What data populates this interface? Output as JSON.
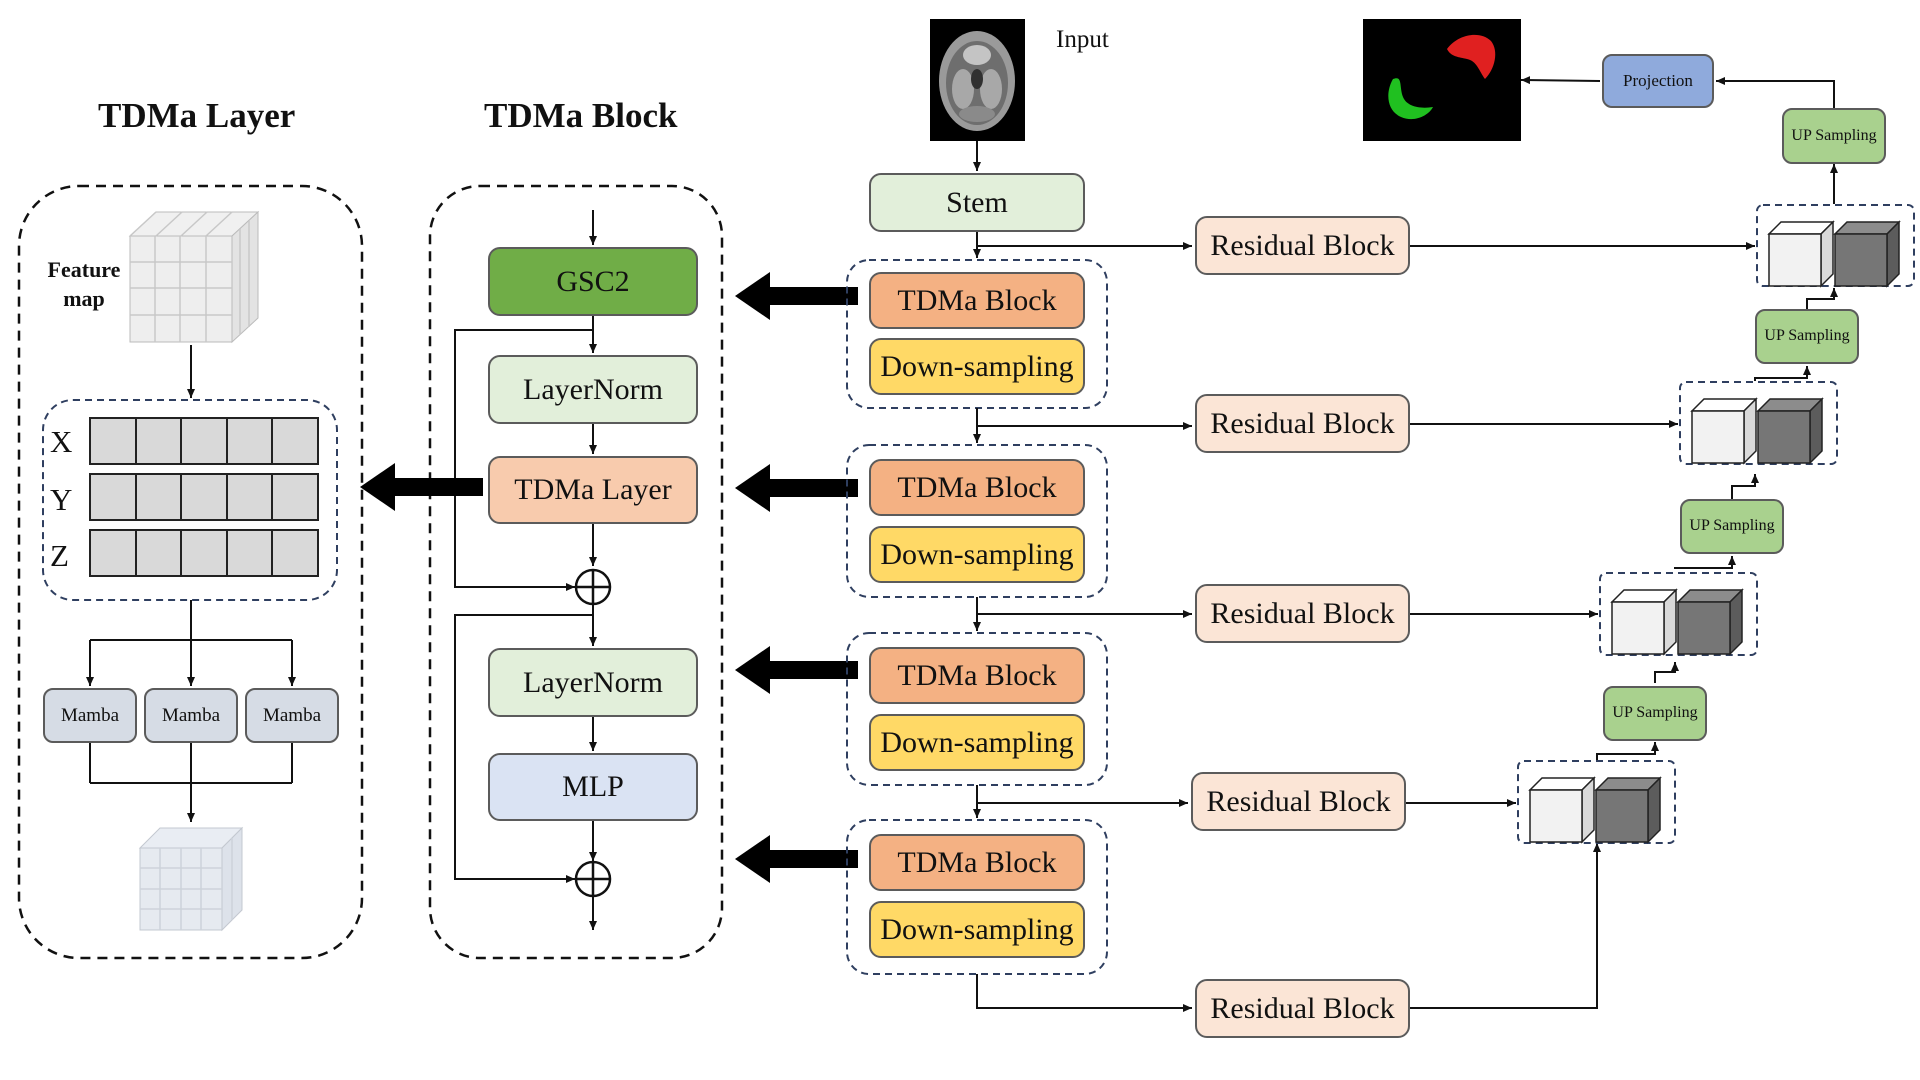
{
  "titles": {
    "layer": "TDMa Layer",
    "block": "TDMa Block"
  },
  "layer_panel": {
    "feature_map": "Feature map",
    "axes": [
      "X",
      "Y",
      "Z"
    ],
    "mamba": [
      "Mamba",
      "Mamba",
      "Mamba"
    ]
  },
  "block_panel": {
    "gsc": "GSC2",
    "layernorm1": "LayerNorm",
    "tdma_layer": "TDMa Layer",
    "layernorm2": "LayerNorm",
    "mlp": "MLP"
  },
  "network": {
    "input_label": "Input",
    "stem": "Stem",
    "stages": [
      {
        "tdma": "TDMa Block",
        "down": "Down-sampling"
      },
      {
        "tdma": "TDMa Block",
        "down": "Down-sampling"
      },
      {
        "tdma": "TDMa Block",
        "down": "Down-sampling"
      },
      {
        "tdma": "TDMa Block",
        "down": "Down-sampling"
      }
    ],
    "residual": [
      "Residual Block",
      "Residual Block",
      "Residual Block",
      "Residual Block",
      "Residual Block"
    ],
    "upsampling": [
      "UP Sampling",
      "UP Sampling",
      "UP Sampling",
      "UP Sampling"
    ],
    "projection": "Projection"
  },
  "colors": {
    "stem": "#e2efda",
    "residual": "#fbe5d6",
    "tdma_block": "#f4b183",
    "down_sampling": "#ffd966",
    "gsc": "#70ad47",
    "layernorm": "#e2efda",
    "tdma_layer": "#f8cbad",
    "mlp": "#dae3f3",
    "mamba": "#d6dce5",
    "up_sampling": "#a9d18e",
    "projection": "#8faadc",
    "segmentation_red": "#e02020",
    "segmentation_green": "#20c020"
  }
}
